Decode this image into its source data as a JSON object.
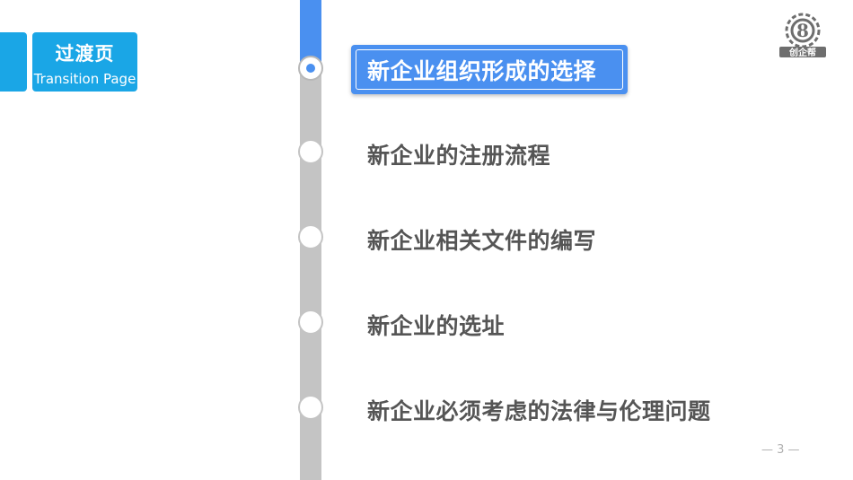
{
  "section_tag": {
    "title": "过渡页",
    "subtitle": "Transition Page"
  },
  "items": [
    {
      "label": "新企业组织形成的选择",
      "active": true
    },
    {
      "label": "新企业的注册流程",
      "active": false
    },
    {
      "label": "新企业相关文件的编写",
      "active": false
    },
    {
      "label": "新企业的选址",
      "active": false
    },
    {
      "label": "新企业必须考虑的法律与伦理问题",
      "active": false
    }
  ],
  "logo": {
    "text": "创企帮",
    "icon": "gear-logo-icon"
  },
  "page_number": "— 3 —",
  "colors": {
    "accent": "#4a90f0",
    "tag": "#1aa6e6",
    "track": "#c4c4c4",
    "text": "#555555"
  }
}
